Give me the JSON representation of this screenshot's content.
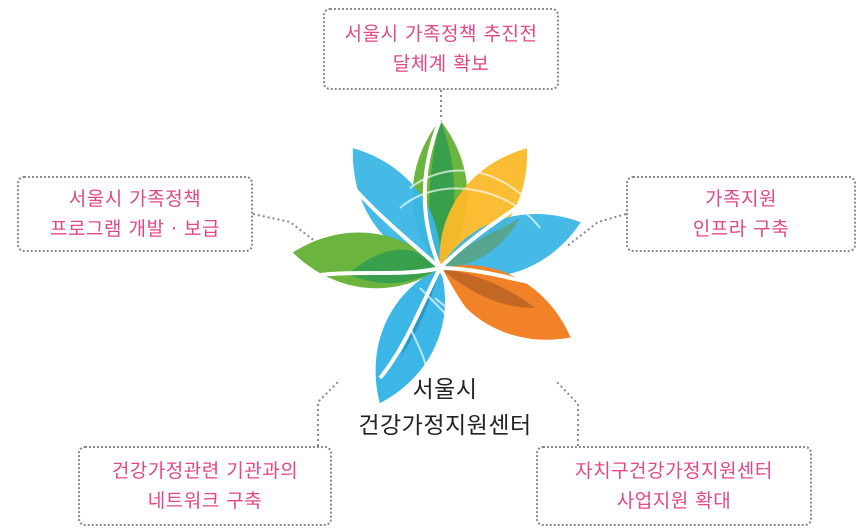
{
  "center": {
    "line1": "서울시",
    "line2": "건강가정지원센터"
  },
  "boxes": {
    "top": {
      "line1": "서울시 가족정책 추진전",
      "line2": "달체계 확보"
    },
    "left": {
      "line1": "서울시 가족정책",
      "line2": "프로그램 개발 · 보급"
    },
    "right": {
      "line1": "가족지원",
      "line2": "인프라 구축"
    },
    "bottom_left": {
      "line1": "건강가정관련 기관과의",
      "line2": "네트워크 구축"
    },
    "bottom_right": {
      "line1": "자치구건강가정지원센터",
      "line2": "사업지원 확대"
    }
  },
  "colors": {
    "box_text": "#e4468a",
    "center_text": "#222222",
    "connector": "#8a8a8a",
    "petal_green": "#6bb53f",
    "petal_blue": "#3bb6e6",
    "petal_yellow": "#fbb928",
    "petal_orange": "#f28228"
  }
}
